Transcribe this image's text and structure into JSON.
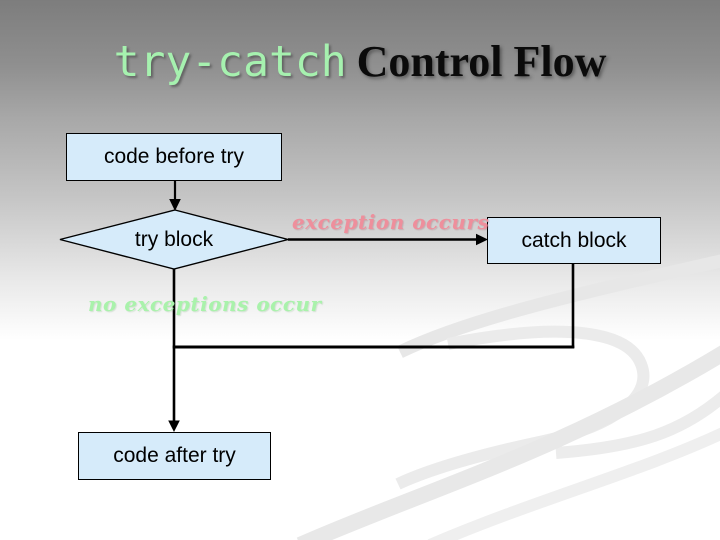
{
  "slide": {
    "title": {
      "code_segment": "try-catch",
      "main_segment": "Control Flow"
    },
    "flowchart": {
      "nodes": [
        {
          "id": "code-before-try",
          "shape": "rectangle",
          "label": "code before try"
        },
        {
          "id": "try-block",
          "shape": "diamond",
          "label": "try block"
        },
        {
          "id": "catch-block",
          "shape": "rectangle",
          "label": "catch block"
        },
        {
          "id": "code-after-try",
          "shape": "rectangle",
          "label": "code after try"
        }
      ],
      "edges": [
        {
          "from": "code-before-try",
          "to": "try-block"
        },
        {
          "from": "try-block",
          "to": "catch-block",
          "label": "exception occurs"
        },
        {
          "from": "try-block",
          "to": "code-after-try",
          "label": "no exceptions occur"
        },
        {
          "from": "catch-block",
          "to": "code-after-try"
        }
      ]
    },
    "colors": {
      "node_fill": "#d6ebfa",
      "node_border": "#000000",
      "connector": "#000000",
      "title_code": "#a6f1af",
      "title_main": "#0b0b0b",
      "exception_label": "#ee8f9c",
      "no_exception_label": "#a9f2ab",
      "background_top": "#7d7d7d",
      "background_bottom": "#ffffff",
      "swirl": "#e8e8e8"
    }
  }
}
